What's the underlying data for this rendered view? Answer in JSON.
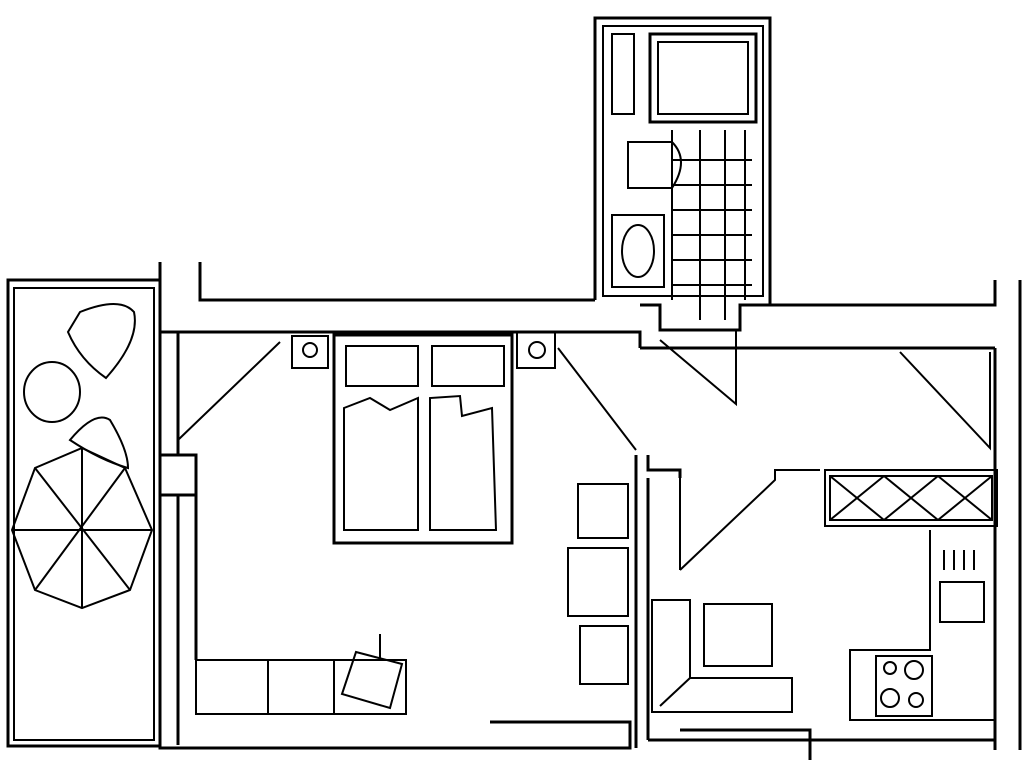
{
  "plan": {
    "colors": {
      "line": "#000000",
      "background": "#ffffff"
    },
    "rooms": [
      "balcony",
      "bedroom",
      "bathroom",
      "hallway",
      "kitchen-living"
    ]
  }
}
